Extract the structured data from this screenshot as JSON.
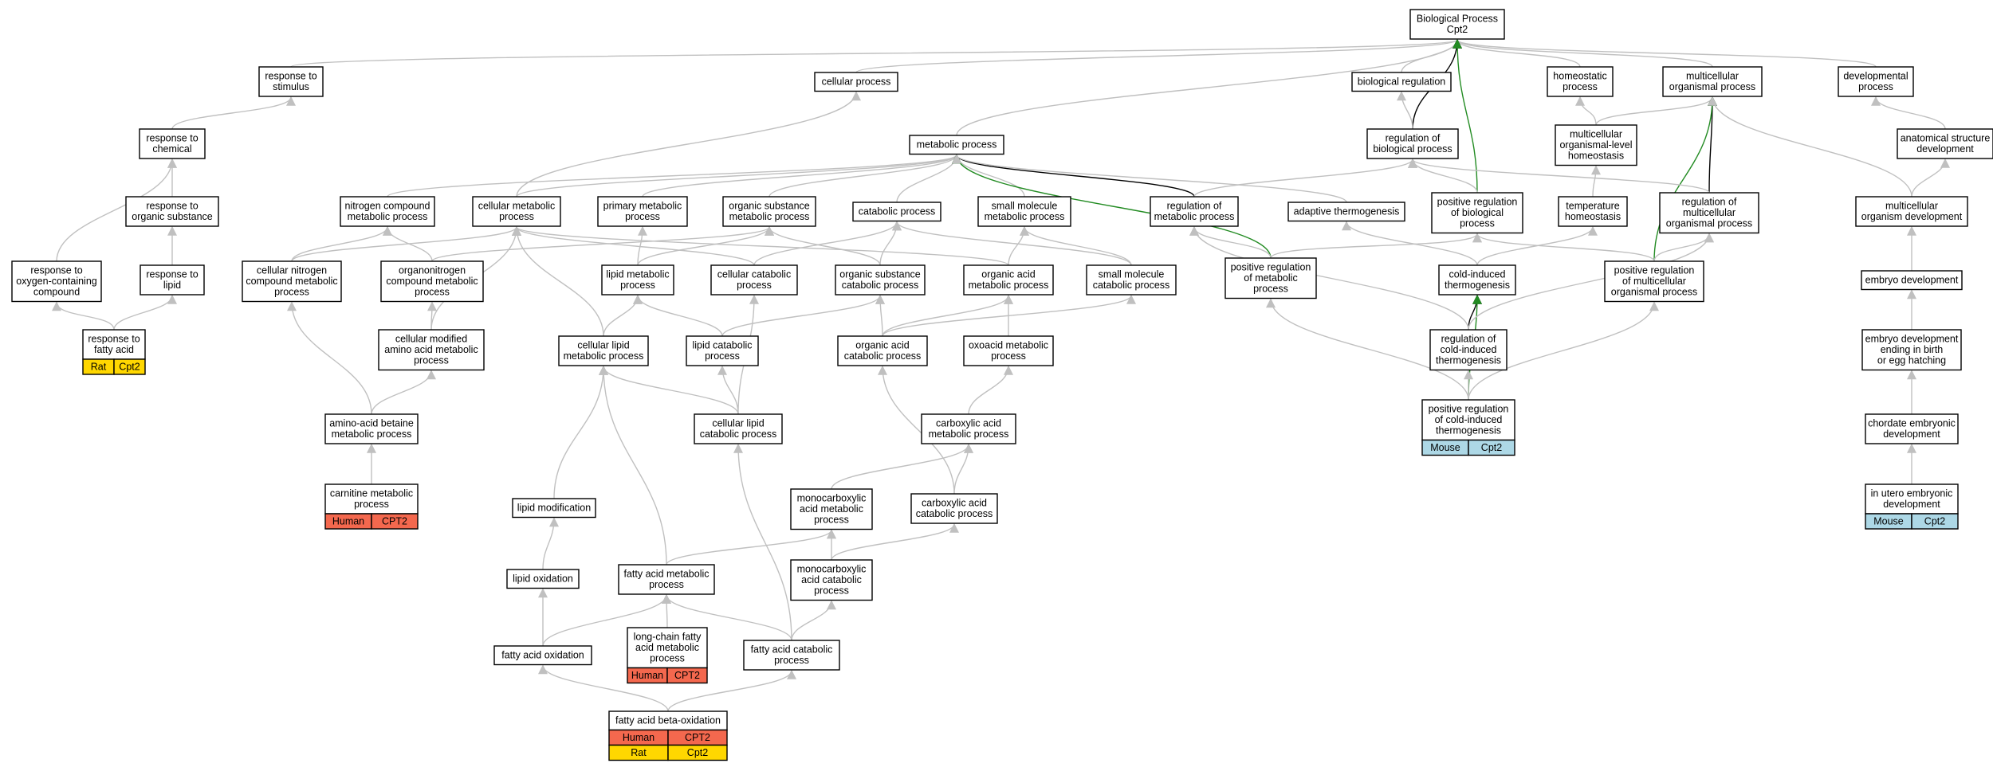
{
  "colors": {
    "edge_default": "#c0c0c0",
    "edge_black": "#000000",
    "edge_green": "#228b22",
    "human": "#f4684e",
    "rat": "#ffd700",
    "mouse": "#add8e6"
  },
  "nodes": [
    {
      "id": "bp",
      "lines": [
        "Biological Process",
        "Cpt2"
      ]
    },
    {
      "id": "resp_stim",
      "lines": [
        "response to",
        "stimulus"
      ]
    },
    {
      "id": "cell_proc",
      "lines": [
        "cellular process"
      ]
    },
    {
      "id": "bio_reg",
      "lines": [
        "biological regulation"
      ]
    },
    {
      "id": "homeo",
      "lines": [
        "homeostatic",
        "process"
      ]
    },
    {
      "id": "multi_org",
      "lines": [
        "multicellular",
        "organismal process"
      ]
    },
    {
      "id": "dev_proc",
      "lines": [
        "developmental",
        "process"
      ]
    },
    {
      "id": "resp_chem",
      "lines": [
        "response to",
        "chemical"
      ]
    },
    {
      "id": "reg_bio",
      "lines": [
        "regulation of",
        "biological process"
      ]
    },
    {
      "id": "multi_level_homeo",
      "lines": [
        "multicellular",
        "organismal-level",
        "homeostasis"
      ]
    },
    {
      "id": "anat_dev",
      "lines": [
        "anatomical structure",
        "development"
      ]
    },
    {
      "id": "metab",
      "lines": [
        "metabolic process"
      ]
    },
    {
      "id": "resp_org_sub",
      "lines": [
        "response to",
        "organic substance"
      ]
    },
    {
      "id": "nitro_comp",
      "lines": [
        "nitrogen compound",
        "metabolic process"
      ]
    },
    {
      "id": "cell_metab",
      "lines": [
        "cellular metabolic",
        "process"
      ]
    },
    {
      "id": "prim_metab",
      "lines": [
        "primary metabolic",
        "process"
      ]
    },
    {
      "id": "org_sub_metab",
      "lines": [
        "organic substance",
        "metabolic process"
      ]
    },
    {
      "id": "catab",
      "lines": [
        "catabolic process"
      ]
    },
    {
      "id": "small_mol_metab",
      "lines": [
        "small molecule",
        "metabolic process"
      ]
    },
    {
      "id": "reg_metab",
      "lines": [
        "regulation of",
        "metabolic process"
      ]
    },
    {
      "id": "adapt_thermo",
      "lines": [
        "adaptive thermogenesis"
      ]
    },
    {
      "id": "pos_reg_bio",
      "lines": [
        "positive regulation",
        "of biological",
        "process"
      ]
    },
    {
      "id": "temp_homeo",
      "lines": [
        "temperature",
        "homeostasis"
      ]
    },
    {
      "id": "reg_multi",
      "lines": [
        "regulation of",
        "multicellular",
        "organismal process"
      ]
    },
    {
      "id": "multi_dev",
      "lines": [
        "multicellular",
        "organism development"
      ]
    },
    {
      "id": "resp_oxy",
      "lines": [
        "response to",
        "oxygen-containing",
        "compound"
      ]
    },
    {
      "id": "resp_lipid",
      "lines": [
        "response to",
        "lipid"
      ]
    },
    {
      "id": "cell_nitro",
      "lines": [
        "cellular nitrogen",
        "compound metabolic",
        "process"
      ]
    },
    {
      "id": "organonitro",
      "lines": [
        "organonitrogen",
        "compound metabolic",
        "process"
      ]
    },
    {
      "id": "lipid_metab",
      "lines": [
        "lipid metabolic",
        "process"
      ]
    },
    {
      "id": "cell_catab",
      "lines": [
        "cellular catabolic",
        "process"
      ]
    },
    {
      "id": "org_sub_catab",
      "lines": [
        "organic substance",
        "catabolic process"
      ]
    },
    {
      "id": "org_acid_metab",
      "lines": [
        "organic acid",
        "metabolic process"
      ]
    },
    {
      "id": "small_mol_catab",
      "lines": [
        "small molecule",
        "catabolic process"
      ]
    },
    {
      "id": "pos_reg_metab",
      "lines": [
        "positive regulation",
        "of metabolic",
        "process"
      ]
    },
    {
      "id": "cold_thermo",
      "lines": [
        "cold-induced",
        "thermogenesis"
      ]
    },
    {
      "id": "pos_reg_multi",
      "lines": [
        "positive regulation",
        "of multicellular",
        "organismal process"
      ]
    },
    {
      "id": "embryo_dev",
      "lines": [
        "embryo development"
      ]
    },
    {
      "id": "resp_fatty",
      "lines": [
        "response to",
        "fatty acid"
      ],
      "tags": [
        [
          {
            "label": "Rat",
            "color": "rat"
          },
          {
            "label": "Cpt2",
            "color": "rat"
          }
        ]
      ]
    },
    {
      "id": "cell_mod_amino",
      "lines": [
        "cellular modified",
        "amino acid metabolic",
        "process"
      ]
    },
    {
      "id": "cell_lipid_metab",
      "lines": [
        "cellular lipid",
        "metabolic process"
      ]
    },
    {
      "id": "lipid_catab",
      "lines": [
        "lipid catabolic",
        "process"
      ]
    },
    {
      "id": "org_acid_catab",
      "lines": [
        "organic acid",
        "catabolic process"
      ]
    },
    {
      "id": "oxoacid",
      "lines": [
        "oxoacid metabolic",
        "process"
      ]
    },
    {
      "id": "reg_cold",
      "lines": [
        "regulation of",
        "cold-induced",
        "thermogenesis"
      ]
    },
    {
      "id": "embryo_birth",
      "lines": [
        "embryo development",
        "ending in birth",
        "or egg hatching"
      ]
    },
    {
      "id": "amino_betaine",
      "lines": [
        "amino-acid betaine",
        "metabolic process"
      ]
    },
    {
      "id": "cell_lipid_catab",
      "lines": [
        "cellular lipid",
        "catabolic process"
      ]
    },
    {
      "id": "carbox_metab",
      "lines": [
        "carboxylic acid",
        "metabolic process"
      ]
    },
    {
      "id": "pos_reg_cold",
      "lines": [
        "positive regulation",
        "of cold-induced",
        "thermogenesis"
      ],
      "tags": [
        [
          {
            "label": "Mouse",
            "color": "mouse"
          },
          {
            "label": "Cpt2",
            "color": "mouse"
          }
        ]
      ]
    },
    {
      "id": "chordate",
      "lines": [
        "chordate embryonic",
        "development"
      ]
    },
    {
      "id": "carnitine",
      "lines": [
        "carnitine metabolic",
        "process"
      ],
      "tags": [
        [
          {
            "label": "Human",
            "color": "human"
          },
          {
            "label": "CPT2",
            "color": "human"
          }
        ]
      ]
    },
    {
      "id": "lipid_mod",
      "lines": [
        "lipid modification"
      ]
    },
    {
      "id": "monocarb_metab",
      "lines": [
        "monocarboxylic",
        "acid metabolic",
        "process"
      ]
    },
    {
      "id": "carbox_catab",
      "lines": [
        "carboxylic acid",
        "catabolic process"
      ]
    },
    {
      "id": "in_utero",
      "lines": [
        "in utero embryonic",
        "development"
      ],
      "tags": [
        [
          {
            "label": "Mouse",
            "color": "mouse"
          },
          {
            "label": "Cpt2",
            "color": "mouse"
          }
        ]
      ]
    },
    {
      "id": "lipid_ox",
      "lines": [
        "lipid oxidation"
      ]
    },
    {
      "id": "fatty_metab",
      "lines": [
        "fatty acid metabolic",
        "process"
      ]
    },
    {
      "id": "monocarb_catab",
      "lines": [
        "monocarboxylic",
        "acid catabolic",
        "process"
      ]
    },
    {
      "id": "long_chain",
      "lines": [
        "long-chain fatty",
        "acid metabolic",
        "process"
      ],
      "tags": [
        [
          {
            "label": "Human",
            "color": "human"
          },
          {
            "label": "CPT2",
            "color": "human"
          }
        ]
      ]
    },
    {
      "id": "fatty_ox",
      "lines": [
        "fatty acid oxidation"
      ]
    },
    {
      "id": "fatty_catab",
      "lines": [
        "fatty acid catabolic",
        "process"
      ]
    },
    {
      "id": "beta_ox",
      "lines": [
        "fatty acid beta-oxidation"
      ],
      "tags": [
        [
          {
            "label": "Human",
            "color": "human"
          },
          {
            "label": "CPT2",
            "color": "human"
          }
        ],
        [
          {
            "label": "Rat",
            "color": "rat"
          },
          {
            "label": "Cpt2",
            "color": "rat"
          }
        ]
      ]
    }
  ],
  "edges": [
    {
      "from": "resp_stim",
      "to": "bp"
    },
    {
      "from": "cell_proc",
      "to": "bp"
    },
    {
      "from": "bio_reg",
      "to": "bp"
    },
    {
      "from": "homeo",
      "to": "bp"
    },
    {
      "from": "multi_org",
      "to": "bp"
    },
    {
      "from": "dev_proc",
      "to": "bp"
    },
    {
      "from": "metab",
      "to": "bp"
    },
    {
      "from": "reg_bio",
      "to": "bp",
      "style": "black"
    },
    {
      "from": "pos_reg_bio",
      "to": "bp",
      "style": "green"
    },
    {
      "from": "reg_bio",
      "to": "bio_reg"
    },
    {
      "from": "multi_level_homeo",
      "to": "homeo"
    },
    {
      "from": "multi_level_homeo",
      "to": "multi_org"
    },
    {
      "from": "reg_multi",
      "to": "multi_org",
      "style": "black"
    },
    {
      "from": "pos_reg_multi",
      "to": "multi_org",
      "style": "green"
    },
    {
      "from": "multi_dev",
      "to": "multi_org"
    },
    {
      "from": "anat_dev",
      "to": "dev_proc"
    },
    {
      "from": "resp_chem",
      "to": "resp_stim"
    },
    {
      "from": "resp_org_sub",
      "to": "resp_chem"
    },
    {
      "from": "resp_oxy",
      "to": "resp_chem"
    },
    {
      "from": "resp_lipid",
      "to": "resp_org_sub"
    },
    {
      "from": "resp_fatty",
      "to": "resp_oxy"
    },
    {
      "from": "resp_fatty",
      "to": "resp_lipid"
    },
    {
      "from": "cell_metab",
      "to": "cell_proc"
    },
    {
      "from": "nitro_comp",
      "to": "metab"
    },
    {
      "from": "cell_metab",
      "to": "metab"
    },
    {
      "from": "prim_metab",
      "to": "metab"
    },
    {
      "from": "org_sub_metab",
      "to": "metab"
    },
    {
      "from": "catab",
      "to": "metab"
    },
    {
      "from": "small_mol_metab",
      "to": "metab"
    },
    {
      "from": "reg_metab",
      "to": "metab",
      "style": "black"
    },
    {
      "from": "pos_reg_metab",
      "to": "metab",
      "style": "green"
    },
    {
      "from": "adapt_thermo",
      "to": "metab"
    },
    {
      "from": "reg_metab",
      "to": "reg_bio"
    },
    {
      "from": "pos_reg_bio",
      "to": "reg_bio"
    },
    {
      "from": "reg_multi",
      "to": "reg_bio"
    },
    {
      "from": "temp_homeo",
      "to": "multi_level_homeo"
    },
    {
      "from": "multi_dev",
      "to": "anat_dev"
    },
    {
      "from": "embryo_dev",
      "to": "multi_dev"
    },
    {
      "from": "embryo_birth",
      "to": "embryo_dev"
    },
    {
      "from": "chordate",
      "to": "embryo_birth"
    },
    {
      "from": "in_utero",
      "to": "chordate"
    },
    {
      "from": "cell_nitro",
      "to": "nitro_comp"
    },
    {
      "from": "cell_nitro",
      "to": "cell_metab"
    },
    {
      "from": "organonitro",
      "to": "nitro_comp"
    },
    {
      "from": "organonitro",
      "to": "org_sub_metab"
    },
    {
      "from": "cell_mod_amino",
      "to": "organonitro"
    },
    {
      "from": "cell_mod_amino",
      "to": "cell_metab"
    },
    {
      "from": "amino_betaine",
      "to": "cell_nitro"
    },
    {
      "from": "amino_betaine",
      "to": "cell_mod_amino"
    },
    {
      "from": "carnitine",
      "to": "amino_betaine"
    },
    {
      "from": "lipid_metab",
      "to": "prim_metab"
    },
    {
      "from": "lipid_metab",
      "to": "org_sub_metab"
    },
    {
      "from": "cell_catab",
      "to": "cell_metab"
    },
    {
      "from": "cell_catab",
      "to": "catab"
    },
    {
      "from": "org_sub_catab",
      "to": "org_sub_metab"
    },
    {
      "from": "org_sub_catab",
      "to": "catab"
    },
    {
      "from": "org_acid_metab",
      "to": "cell_metab"
    },
    {
      "from": "org_acid_metab",
      "to": "small_mol_metab"
    },
    {
      "from": "small_mol_catab",
      "to": "small_mol_metab"
    },
    {
      "from": "small_mol_catab",
      "to": "catab"
    },
    {
      "from": "cell_lipid_metab",
      "to": "cell_metab"
    },
    {
      "from": "cell_lipid_metab",
      "to": "lipid_metab"
    },
    {
      "from": "lipid_catab",
      "to": "lipid_metab"
    },
    {
      "from": "lipid_catab",
      "to": "org_sub_catab"
    },
    {
      "from": "org_acid_catab",
      "to": "org_sub_catab"
    },
    {
      "from": "org_acid_catab",
      "to": "org_acid_metab"
    },
    {
      "from": "org_acid_catab",
      "to": "small_mol_catab"
    },
    {
      "from": "oxoacid",
      "to": "org_acid_metab"
    },
    {
      "from": "cell_lipid_catab",
      "to": "cell_lipid_metab"
    },
    {
      "from": "cell_lipid_catab",
      "to": "lipid_catab"
    },
    {
      "from": "cell_lipid_catab",
      "to": "cell_catab"
    },
    {
      "from": "carbox_metab",
      "to": "oxoacid"
    },
    {
      "from": "monocarb_metab",
      "to": "carbox_metab"
    },
    {
      "from": "carbox_catab",
      "to": "carbox_metab"
    },
    {
      "from": "carbox_catab",
      "to": "org_acid_catab"
    },
    {
      "from": "monocarb_catab",
      "to": "monocarb_metab"
    },
    {
      "from": "monocarb_catab",
      "to": "carbox_catab"
    },
    {
      "from": "lipid_mod",
      "to": "cell_lipid_metab"
    },
    {
      "from": "lipid_ox",
      "to": "lipid_mod"
    },
    {
      "from": "fatty_metab",
      "to": "cell_lipid_metab"
    },
    {
      "from": "fatty_metab",
      "to": "monocarb_metab"
    },
    {
      "from": "long_chain",
      "to": "fatty_metab"
    },
    {
      "from": "fatty_ox",
      "to": "lipid_ox"
    },
    {
      "from": "fatty_ox",
      "to": "fatty_metab"
    },
    {
      "from": "fatty_catab",
      "to": "fatty_metab"
    },
    {
      "from": "fatty_catab",
      "to": "cell_lipid_catab"
    },
    {
      "from": "fatty_catab",
      "to": "monocarb_catab"
    },
    {
      "from": "beta_ox",
      "to": "fatty_ox"
    },
    {
      "from": "beta_ox",
      "to": "fatty_catab"
    },
    {
      "from": "pos_reg_metab",
      "to": "reg_metab"
    },
    {
      "from": "pos_reg_metab",
      "to": "pos_reg_bio"
    },
    {
      "from": "cold_thermo",
      "to": "adapt_thermo"
    },
    {
      "from": "cold_thermo",
      "to": "temp_homeo"
    },
    {
      "from": "reg_cold",
      "to": "cold_thermo",
      "style": "black"
    },
    {
      "from": "pos_reg_cold",
      "to": "cold_thermo",
      "style": "green"
    },
    {
      "from": "reg_cold",
      "to": "reg_metab"
    },
    {
      "from": "reg_cold",
      "to": "reg_multi"
    },
    {
      "from": "pos_reg_cold",
      "to": "reg_cold"
    },
    {
      "from": "pos_reg_cold",
      "to": "pos_reg_metab"
    },
    {
      "from": "pos_reg_cold",
      "to": "pos_reg_multi"
    },
    {
      "from": "pos_reg_multi",
      "to": "reg_multi"
    },
    {
      "from": "pos_reg_multi",
      "to": "pos_reg_bio"
    }
  ]
}
